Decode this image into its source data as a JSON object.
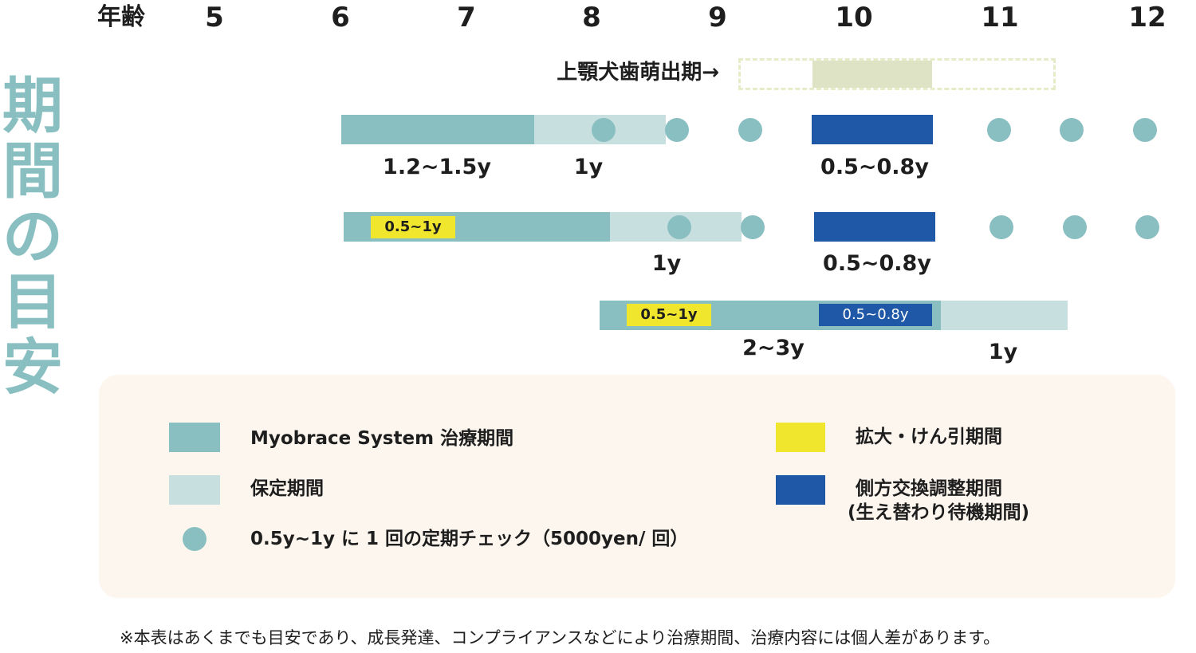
{
  "header": {
    "age_title": "年齢",
    "ages": [
      "5",
      "6",
      "7",
      "8",
      "9",
      "10",
      "11",
      "12"
    ]
  },
  "side_title": [
    "期",
    "間",
    "の",
    "目",
    "安"
  ],
  "eruption_label": "上顎犬歯萌出期→",
  "rows": [
    {
      "durations": [
        "1.2~1.5y",
        "1y",
        "0.5~0.8y"
      ]
    },
    {
      "expansion_label": "0.5~1y",
      "durations": [
        "1y",
        "0.5~0.8y"
      ]
    },
    {
      "expansion_label": "0.5~1y",
      "exchange_label": "0.5~0.8y",
      "durations": [
        "2~3y",
        "1y"
      ]
    }
  ],
  "legend": {
    "treatment": "Myobrace System 治療期間",
    "retention": "保定期間",
    "checkup": "0.5y~1y に 1 回の定期チェック（5000yen/ 回）",
    "expansion": "拡大・けん引期間",
    "exchange_line1": "側方交換調整期間",
    "exchange_line2": "(生え替わり待機期間)"
  },
  "footnote": "※本表はあくまでも目安であり、成長発達、コンプライアンスなどにより治療期間、治療内容には個人差があります。",
  "colors": {
    "treatment": "#8abfc2",
    "retention": "#c8dfe0",
    "checkup": "#8abfc2",
    "expansion": "#f0e62e",
    "exchange": "#1f58a6",
    "eruption_fill": "#dfe3c6",
    "eruption_border": "#e6ebc8",
    "side_title": "#8abfc2",
    "legend_bg": "#fdf6ef"
  }
}
